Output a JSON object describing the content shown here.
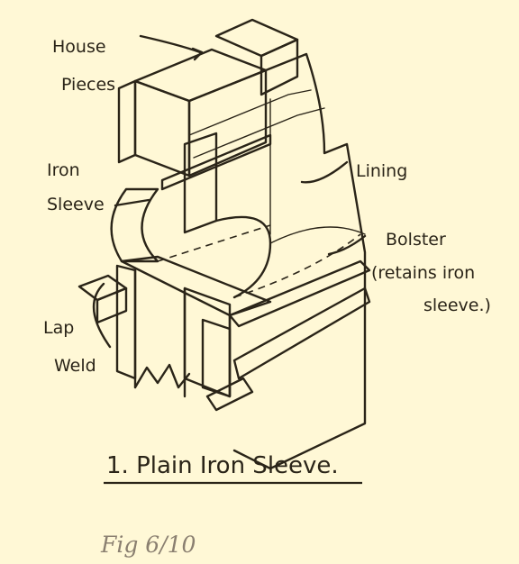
{
  "labels": {
    "house_pieces_line1": "House",
    "house_pieces_line2": "Pieces",
    "iron_sleeve_line1": "Iron",
    "iron_sleeve_line2": "Sleeve",
    "lining": "Lining",
    "bolster_line1": "Bolster",
    "bolster_line2": "(retains iron",
    "bolster_line3": "sleeve.)",
    "lap_weld_line1": "Lap",
    "lap_weld_line2": "Weld"
  },
  "caption": "1.  Plain Iron Sleeve.",
  "figure_number": "Fig 6/10",
  "colors": {
    "paper": "#fff8d6",
    "ink": "#2a2418",
    "hatch": "#6b5a3a",
    "figure_text": "#8a7f70"
  }
}
